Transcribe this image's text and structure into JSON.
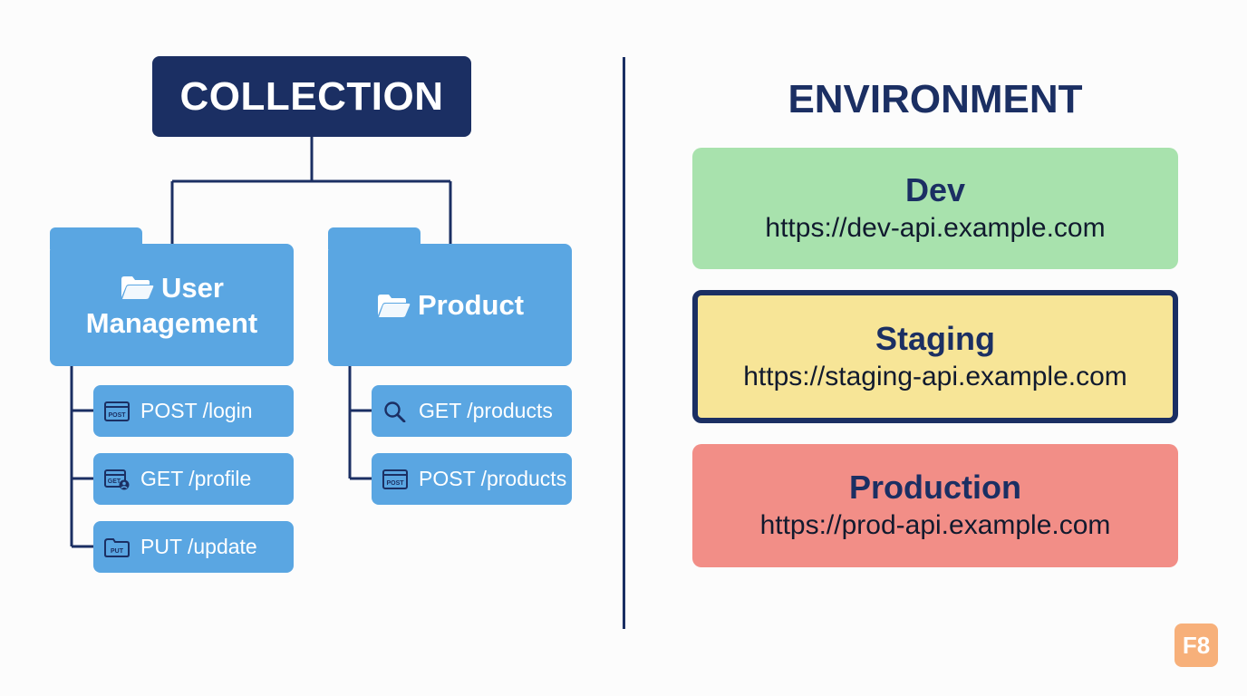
{
  "collection": {
    "title": "COLLECTION",
    "folders": [
      {
        "title_lines": [
          "User",
          "Management"
        ],
        "endpoints": [
          {
            "label": "POST /login",
            "icon": "post-icon"
          },
          {
            "label": "GET /profile",
            "icon": "get-profile-icon"
          },
          {
            "label": "PUT /update",
            "icon": "put-icon"
          }
        ]
      },
      {
        "title_lines": [
          "Product"
        ],
        "endpoints": [
          {
            "label": "GET /products",
            "icon": "search-icon"
          },
          {
            "label": "POST /products",
            "icon": "post-icon"
          }
        ]
      }
    ],
    "icon_badges": {
      "post": "POST",
      "get": "GET",
      "put": "PUT"
    }
  },
  "environment": {
    "title": "ENVIRONMENT",
    "items": [
      {
        "name": "Dev",
        "url": "https://dev-api.example.com",
        "color": "#a8e2ad"
      },
      {
        "name": "Staging",
        "url": "https://staging-api.example.com",
        "color": "#f7e597",
        "border": "#1b2f63",
        "selected": true
      },
      {
        "name": "Production",
        "url": "https://prod-api.example.com",
        "color": "#f28e87"
      }
    ]
  },
  "badge": {
    "label": "F8",
    "color": "#f7b07a"
  },
  "colors": {
    "navy": "#1b2f63",
    "folder_blue": "#5aa6e2"
  }
}
